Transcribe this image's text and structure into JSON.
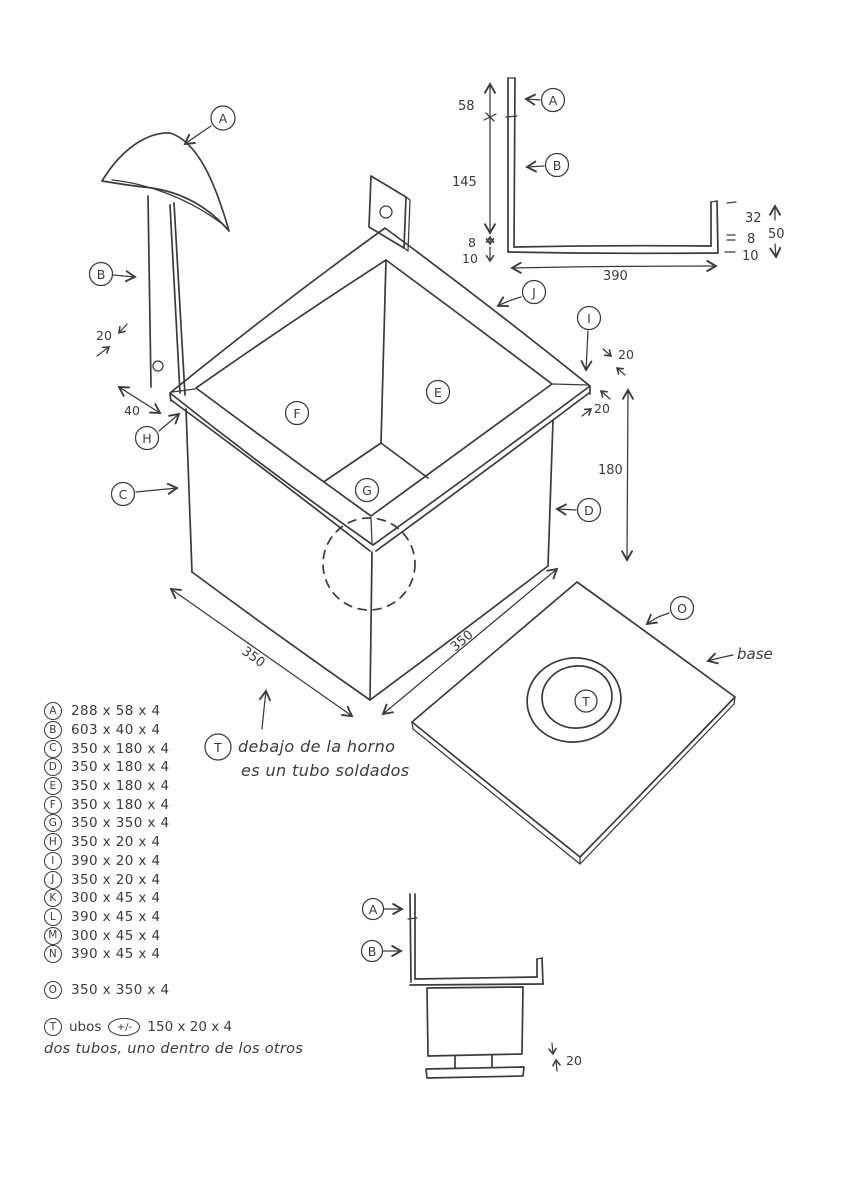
{
  "colors": {
    "ink": "#3b3b3b",
    "paper": "#ffffff"
  },
  "iso": {
    "labels": {
      "A": "A",
      "B": "B",
      "C": "C",
      "D": "D",
      "E": "E",
      "F": "F",
      "G": "G",
      "H": "H",
      "I": "I",
      "J": "J"
    },
    "dims": {
      "post_thickness": "20",
      "rim_overhang": "40",
      "bottom_left": "350",
      "bottom_right": "350",
      "height": "180",
      "lip_upper": "20",
      "lip_lower": "20"
    }
  },
  "sectionA": {
    "labels": {
      "A": "A",
      "B": "B"
    },
    "dims": {
      "d58": "58",
      "d145": "145",
      "d8": "8",
      "d10": "10",
      "d390": "390",
      "d32": "32",
      "d8r": "8",
      "d10r": "10",
      "d50": "50"
    }
  },
  "base": {
    "label_o": "O",
    "label_t": "T",
    "caption": "base"
  },
  "noteT": {
    "label": "T",
    "line1": "debajo de la horno",
    "line2": "es un tubo soldados"
  },
  "parts": [
    {
      "id": "A",
      "spec": "288 x 58 x 4"
    },
    {
      "id": "B",
      "spec": "603 x 40 x 4"
    },
    {
      "id": "C",
      "spec": "350 x 180 x 4"
    },
    {
      "id": "D",
      "spec": "350 x 180 x 4"
    },
    {
      "id": "E",
      "spec": "350 x 180 x 4"
    },
    {
      "id": "F",
      "spec": "350 x 180 x 4"
    },
    {
      "id": "G",
      "spec": "350 x 350 x 4"
    },
    {
      "id": "H",
      "spec": "350 x 20 x 4"
    },
    {
      "id": "I",
      "spec": "390 x 20 x 4"
    },
    {
      "id": "J",
      "spec": "350 x 20 x 4"
    },
    {
      "id": "K",
      "spec": "300 x 45 x 4"
    },
    {
      "id": "L",
      "spec": "390 x 45 x 4"
    },
    {
      "id": "M",
      "spec": "300 x 45 x 4"
    },
    {
      "id": "N",
      "spec": "390 x 45 x 4"
    },
    {
      "id": "O",
      "spec": "350 x 350 x 4"
    }
  ],
  "tubes": {
    "label": "T",
    "word": "ubos",
    "pm": "+/-",
    "spec": "150 x 20 x 4",
    "note": "dos tubos, uno dentro de los otros"
  },
  "sectionB": {
    "label_a": "A",
    "label_b": "B",
    "gap": "20"
  }
}
